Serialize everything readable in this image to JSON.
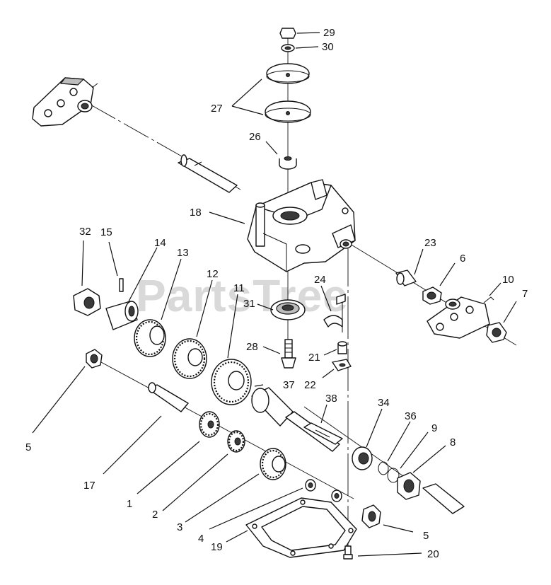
{
  "watermark": "PartsTree",
  "callouts": {
    "c1": "1",
    "c2": "2",
    "c3": "3",
    "c4": "4",
    "c5a": "5",
    "c5b": "5",
    "c6": "6",
    "c7": "7",
    "c8": "8",
    "c9": "9",
    "c10": "10",
    "c11": "11",
    "c12": "12",
    "c13": "13",
    "c14": "14",
    "c15": "15",
    "c17": "17",
    "c18": "18",
    "c19": "19",
    "c20": "20",
    "c21": "21",
    "c22": "22",
    "c23": "23",
    "c24": "24",
    "c26": "26",
    "c27": "27",
    "c28": "28",
    "c29": "29",
    "c30": "30",
    "c31": "31",
    "c32": "32",
    "c34": "34",
    "c36": "36",
    "c37": "37",
    "c38": "38"
  }
}
